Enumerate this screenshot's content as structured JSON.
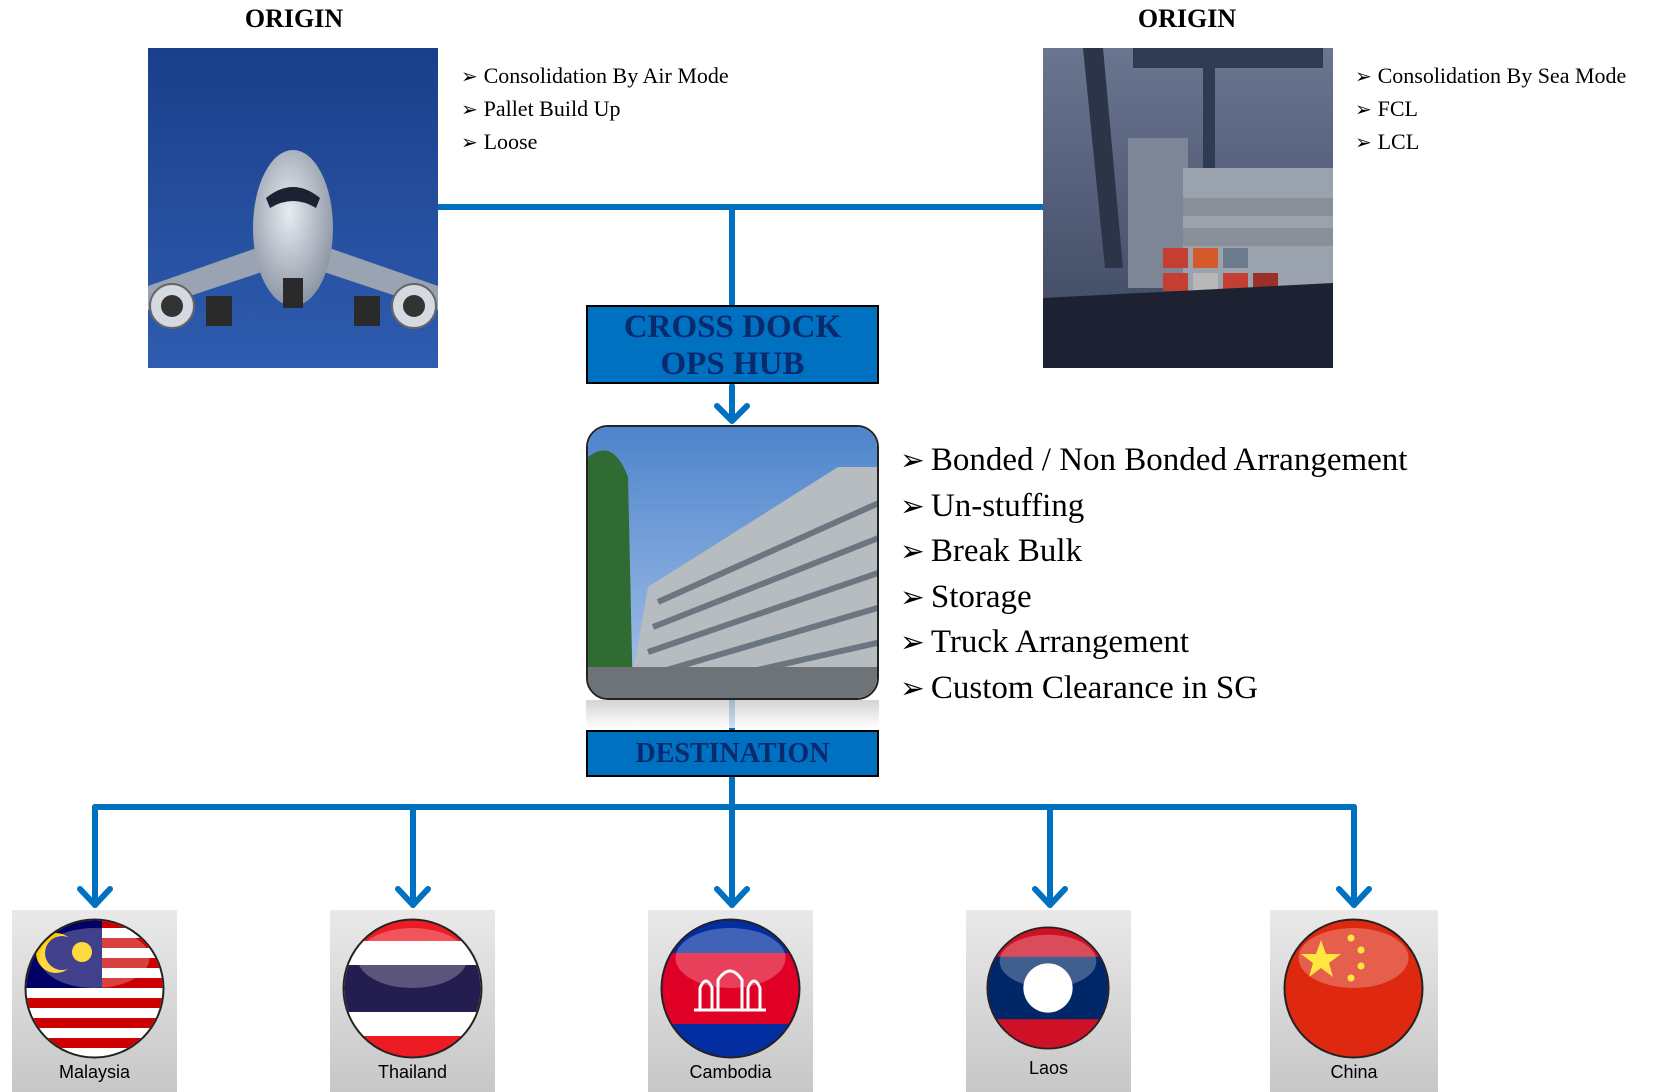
{
  "origins": [
    {
      "title": "ORIGIN",
      "photo_icon": "airplane-photo",
      "bullets": [
        "Consolidation By Air Mode",
        "Pallet Build Up",
        "Loose"
      ]
    },
    {
      "title": "ORIGIN",
      "photo_icon": "container-ship-photo",
      "bullets": [
        "Consolidation By Sea Mode",
        "FCL",
        "LCL"
      ]
    }
  ],
  "hub": {
    "label_line1": "CROSS DOCK",
    "label_line2": "OPS HUB",
    "photo_icon": "warehouse-building-photo",
    "bullets": [
      "Bonded / Non Bonded Arrangement",
      "Un-stuffing",
      "Break Bulk",
      "Storage",
      "Truck Arrangement",
      "Custom Clearance in SG"
    ]
  },
  "destination": {
    "label": "DESTINATION",
    "countries": [
      "Malaysia",
      "Thailand",
      "Cambodia",
      "Laos",
      "China"
    ]
  },
  "bullet_glyph": "➢",
  "colors": {
    "connector": "#0070c0",
    "box_fill": "#0070c0",
    "box_text": "#0a2a6e"
  }
}
